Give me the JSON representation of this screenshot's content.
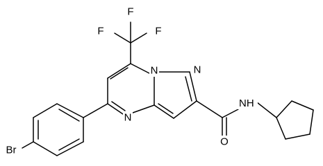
{
  "atoms": {
    "F_top": "F",
    "F_left": "F",
    "F_right": "F",
    "N_bridge": "N",
    "N_pyrazole": "N",
    "N_pyrimidine": "N",
    "O_carbonyl": "O",
    "NH_amide": "N",
    "H_amide": "H",
    "Br": "Br"
  },
  "colors": {
    "bond": "#000000",
    "label": "#000000",
    "background": "#ffffff"
  }
}
